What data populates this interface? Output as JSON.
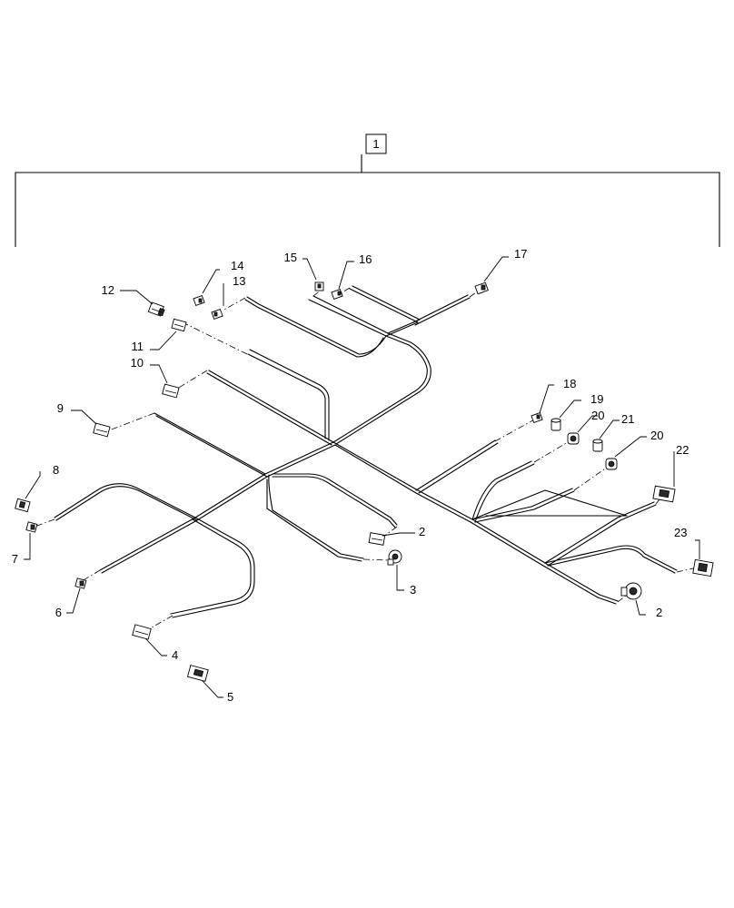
{
  "diagram": {
    "assembly_callout": "1",
    "labels": {
      "p2a": "2",
      "p2b": "2",
      "p3": "3",
      "p4": "4",
      "p5": "5",
      "p6": "6",
      "p7": "7",
      "p8": "8",
      "p9": "9",
      "p10": "10",
      "p11": "11",
      "p12": "12",
      "p13": "13",
      "p14": "14",
      "p15": "15",
      "p16": "16",
      "p17": "17",
      "p18": "18",
      "p19": "19",
      "p20a": "20",
      "p20b": "20",
      "p21": "21",
      "p22": "22",
      "p23": "23"
    }
  }
}
